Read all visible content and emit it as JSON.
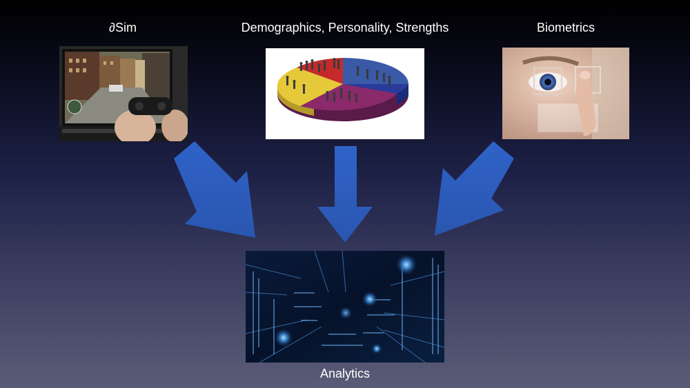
{
  "slide": {
    "sources": [
      {
        "label": "∂Sim",
        "image": "gamer-with-controller-image"
      },
      {
        "label": "Demographics, Personality, Strengths",
        "image": "3d-pie-chart-people-image"
      },
      {
        "label": "Biometrics",
        "image": "eye-scan-finger-image"
      }
    ],
    "target": {
      "label": "Analytics",
      "image": "digital-data-tunnel-image"
    },
    "arrow_color": "#2f63c8"
  }
}
